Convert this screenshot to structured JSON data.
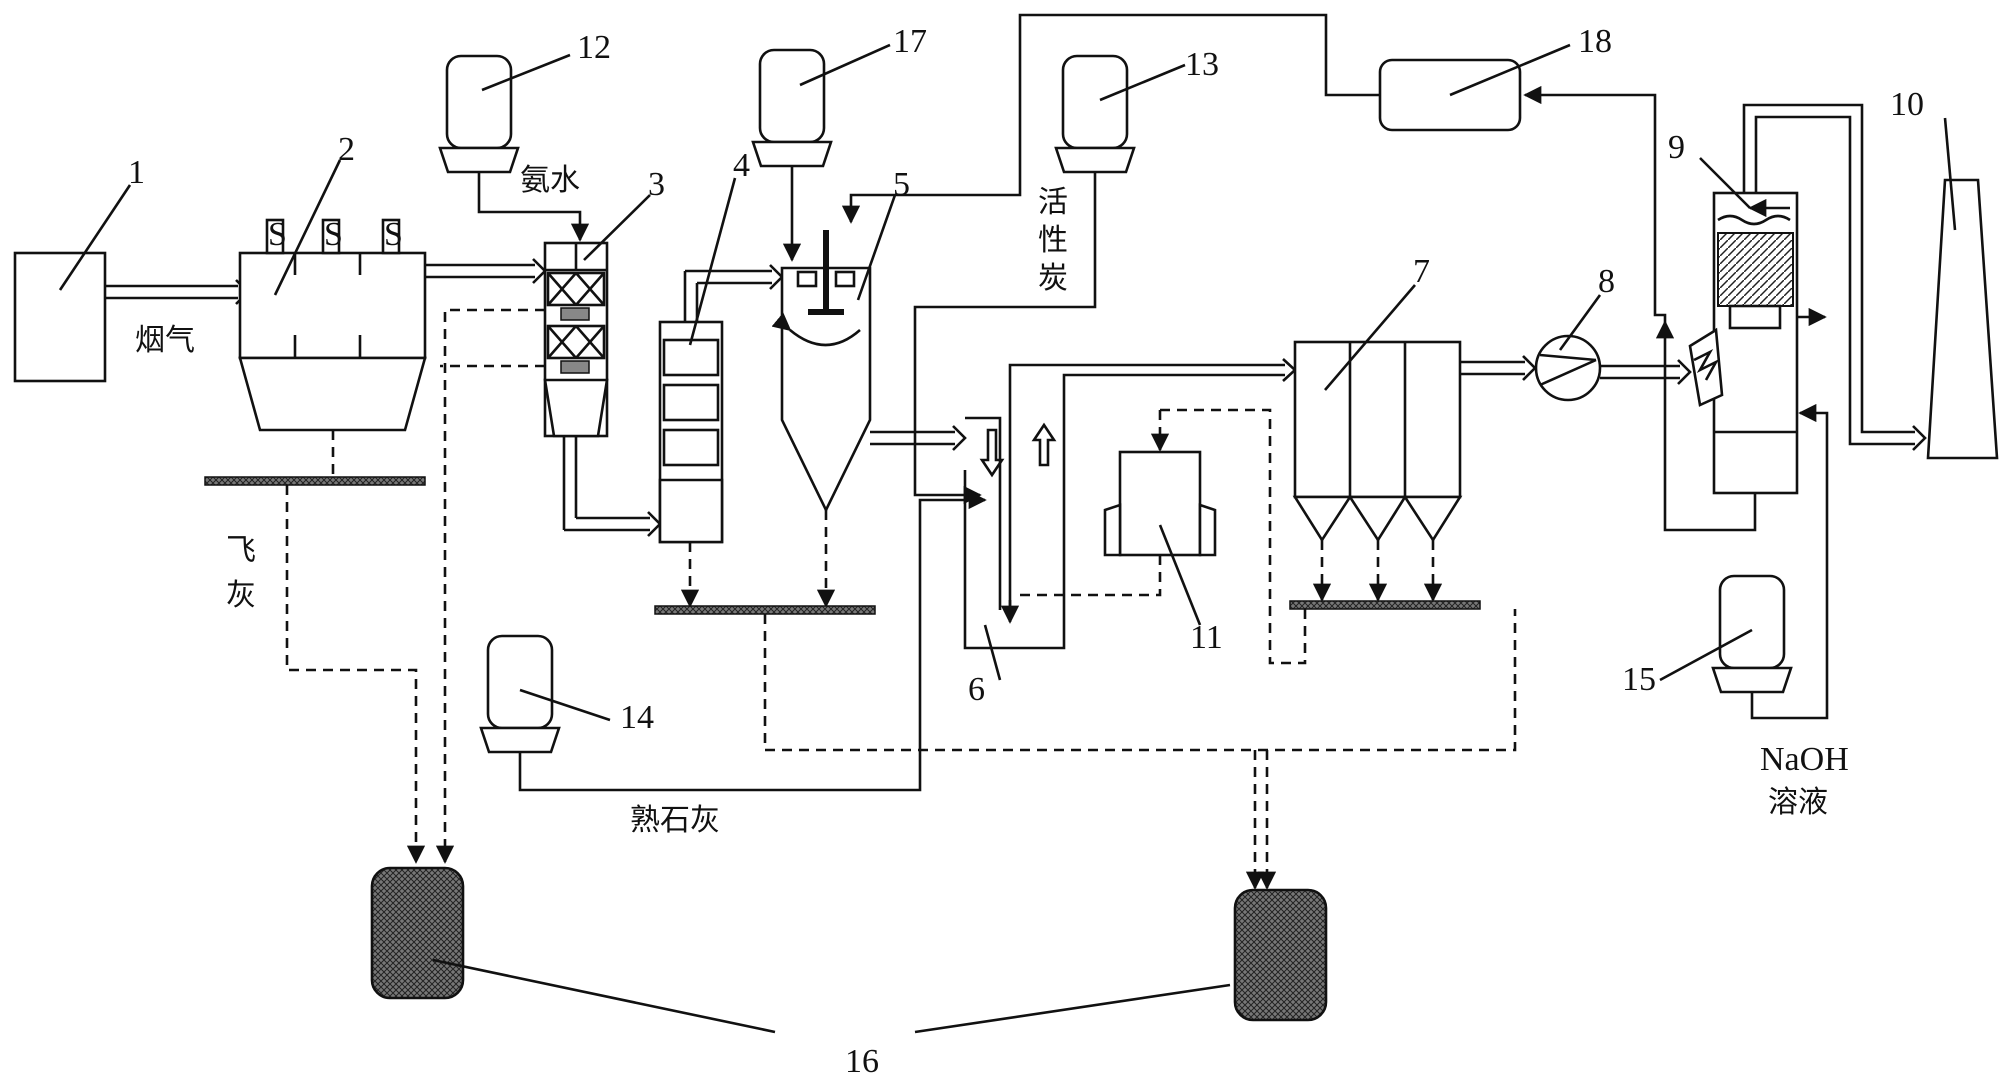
{
  "numbers": {
    "n1": "1",
    "n2": "2",
    "n3": "3",
    "n4": "4",
    "n5": "5",
    "n6": "6",
    "n7": "7",
    "n8": "8",
    "n9": "9",
    "n10": "10",
    "n11": "11",
    "n12": "12",
    "n13": "13",
    "n14": "14",
    "n15": "15",
    "n16": "16",
    "n17": "17",
    "n18": "18"
  },
  "labels": {
    "flue_gas": "烟气",
    "ammonia_water": "氨水",
    "fly_ash_1": "飞",
    "fly_ash_2": "灰",
    "activated_carbon_1": "活",
    "activated_carbon_2": "性",
    "activated_carbon_3": "炭",
    "slaked_lime": "熟石灰",
    "naoh_line1": "NaOH",
    "naoh_line2": "溶液"
  }
}
